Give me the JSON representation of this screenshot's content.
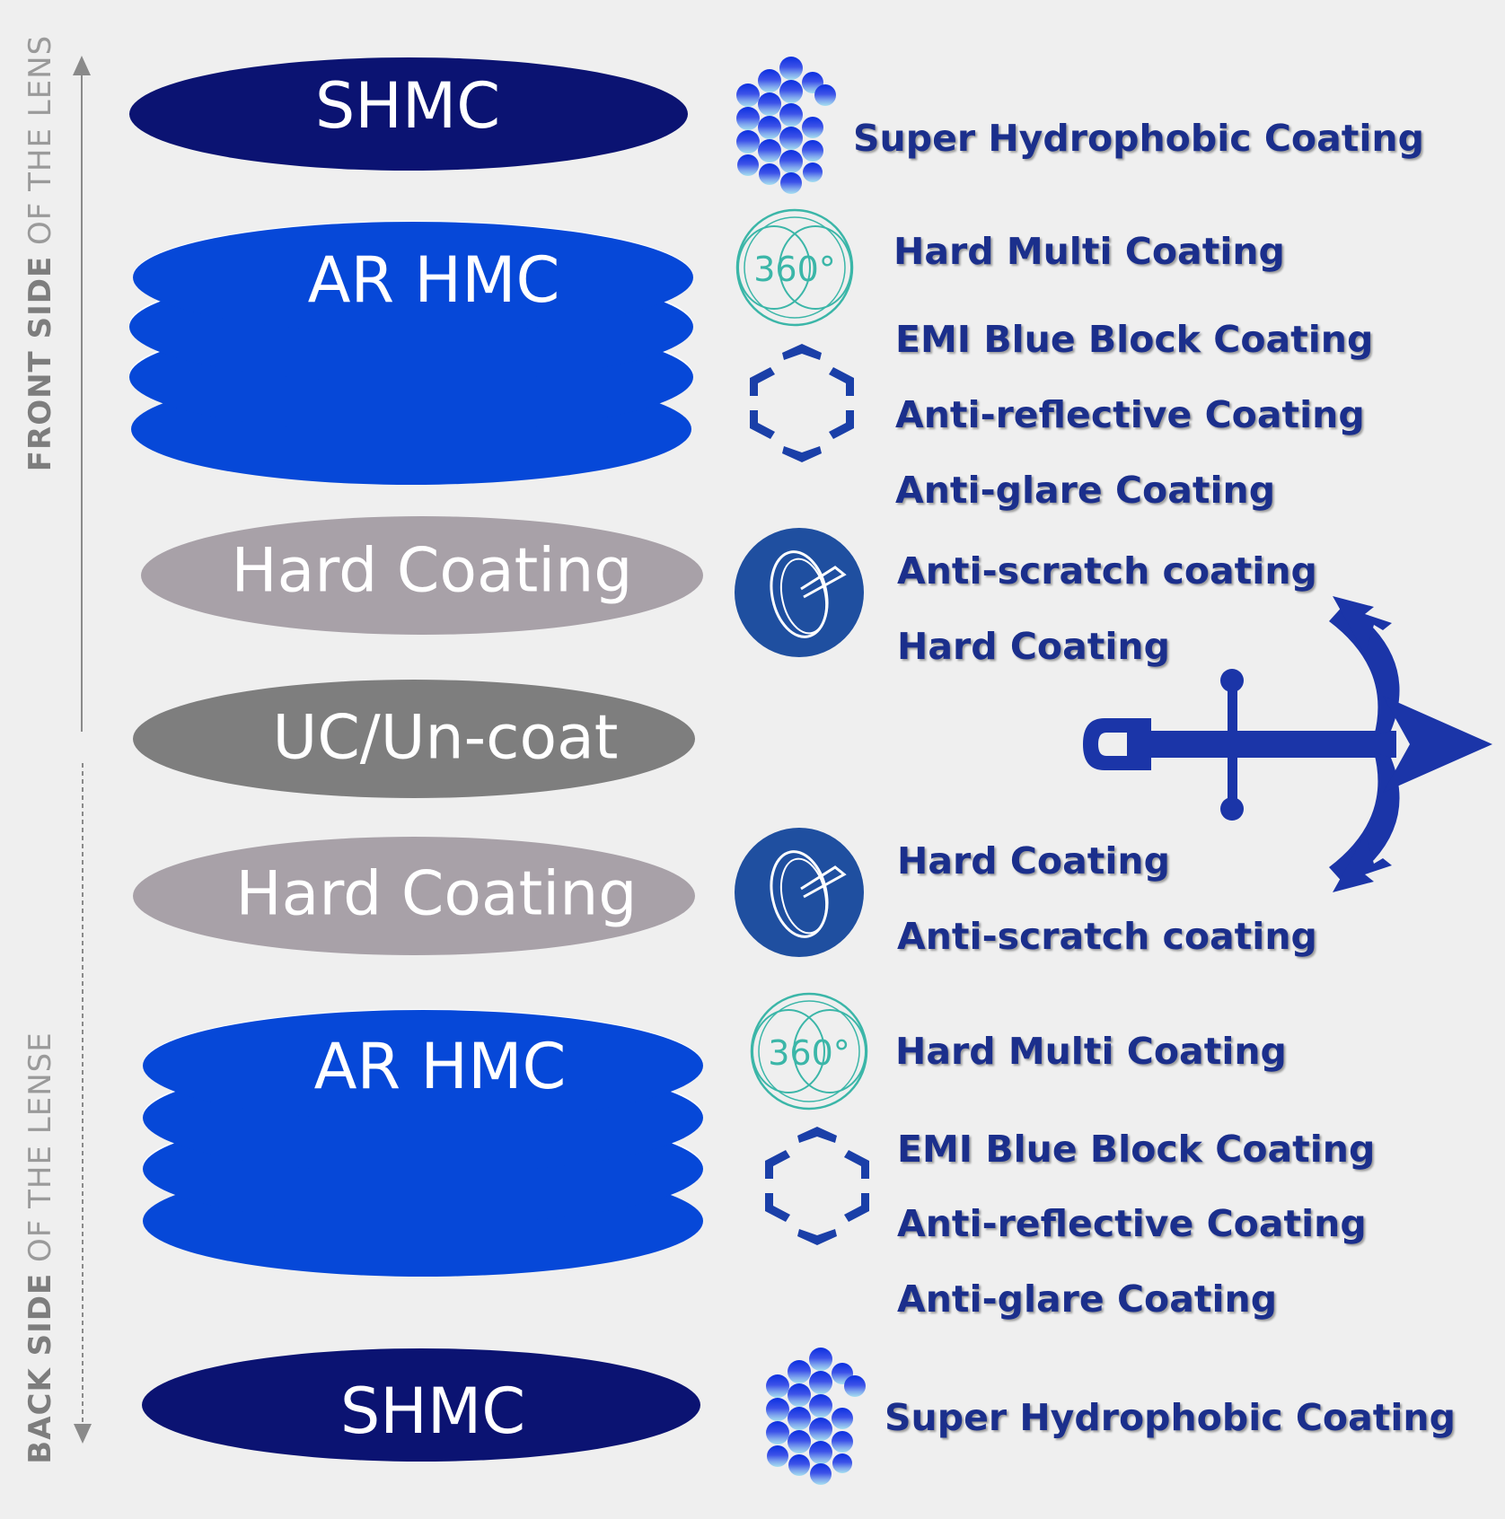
{
  "colors": {
    "background": "#efefef",
    "shmc": "#0b1372",
    "ar_hmc": "#0648d8",
    "hard_coating": "#a8a1a8",
    "uncoat": "#7e7e7e",
    "text_blue": "#1b2f8c",
    "icon_teal": "#3bb6a8",
    "icon_blue": "#1a3fa8",
    "anchor": "#1b35a8"
  },
  "side_labels": {
    "front": {
      "bold": "FRONT SIDE",
      "thin": "OF THE LENS"
    },
    "back": {
      "bold": "BACK SIDE",
      "thin": "OF THE LENSE"
    }
  },
  "layers": [
    {
      "label": "SHMC",
      "kind": "shmc"
    },
    {
      "label": "AR HMC",
      "kind": "ar_hmc"
    },
    {
      "label": "Hard Coating",
      "kind": "hard_coating"
    },
    {
      "label": "UC/Un-coat",
      "kind": "uncoat"
    },
    {
      "label": "Hard Coating",
      "kind": "hard_coating"
    },
    {
      "label": "AR HMC",
      "kind": "ar_hmc"
    },
    {
      "label": "SHMC",
      "kind": "shmc"
    }
  ],
  "icon_360_text": "360°",
  "coatings": [
    "Super Hydrophobic Coating",
    "Hard Multi Coating",
    "EMI Blue Block Coating",
    "Anti-reflective Coating",
    "Anti-glare Coating",
    "Anti-scratch coating",
    "Hard Coating",
    "Hard Coating",
    "Anti-scratch coating",
    "Hard Multi Coating",
    "EMI Blue Block Coating",
    "Anti-reflective Coating",
    "Anti-glare Coating",
    "Super Hydrophobic Coating"
  ],
  "icons": [
    "hydrophobic-dots-icon",
    "360-icon",
    "hexagon-shield-icon",
    "scratch-lens-icon",
    "anchor-icon"
  ]
}
